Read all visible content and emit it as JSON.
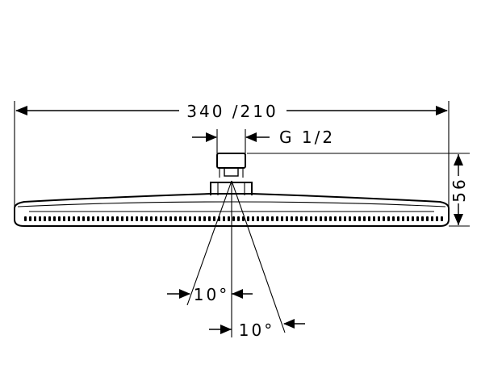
{
  "dimensions": {
    "width_label": "340 /210",
    "connection_label": "G 1/2",
    "height_label": "56",
    "angle_left_label": "10°",
    "angle_right_label": "10°"
  },
  "colors": {
    "line": "#000000",
    "background": "#ffffff"
  }
}
